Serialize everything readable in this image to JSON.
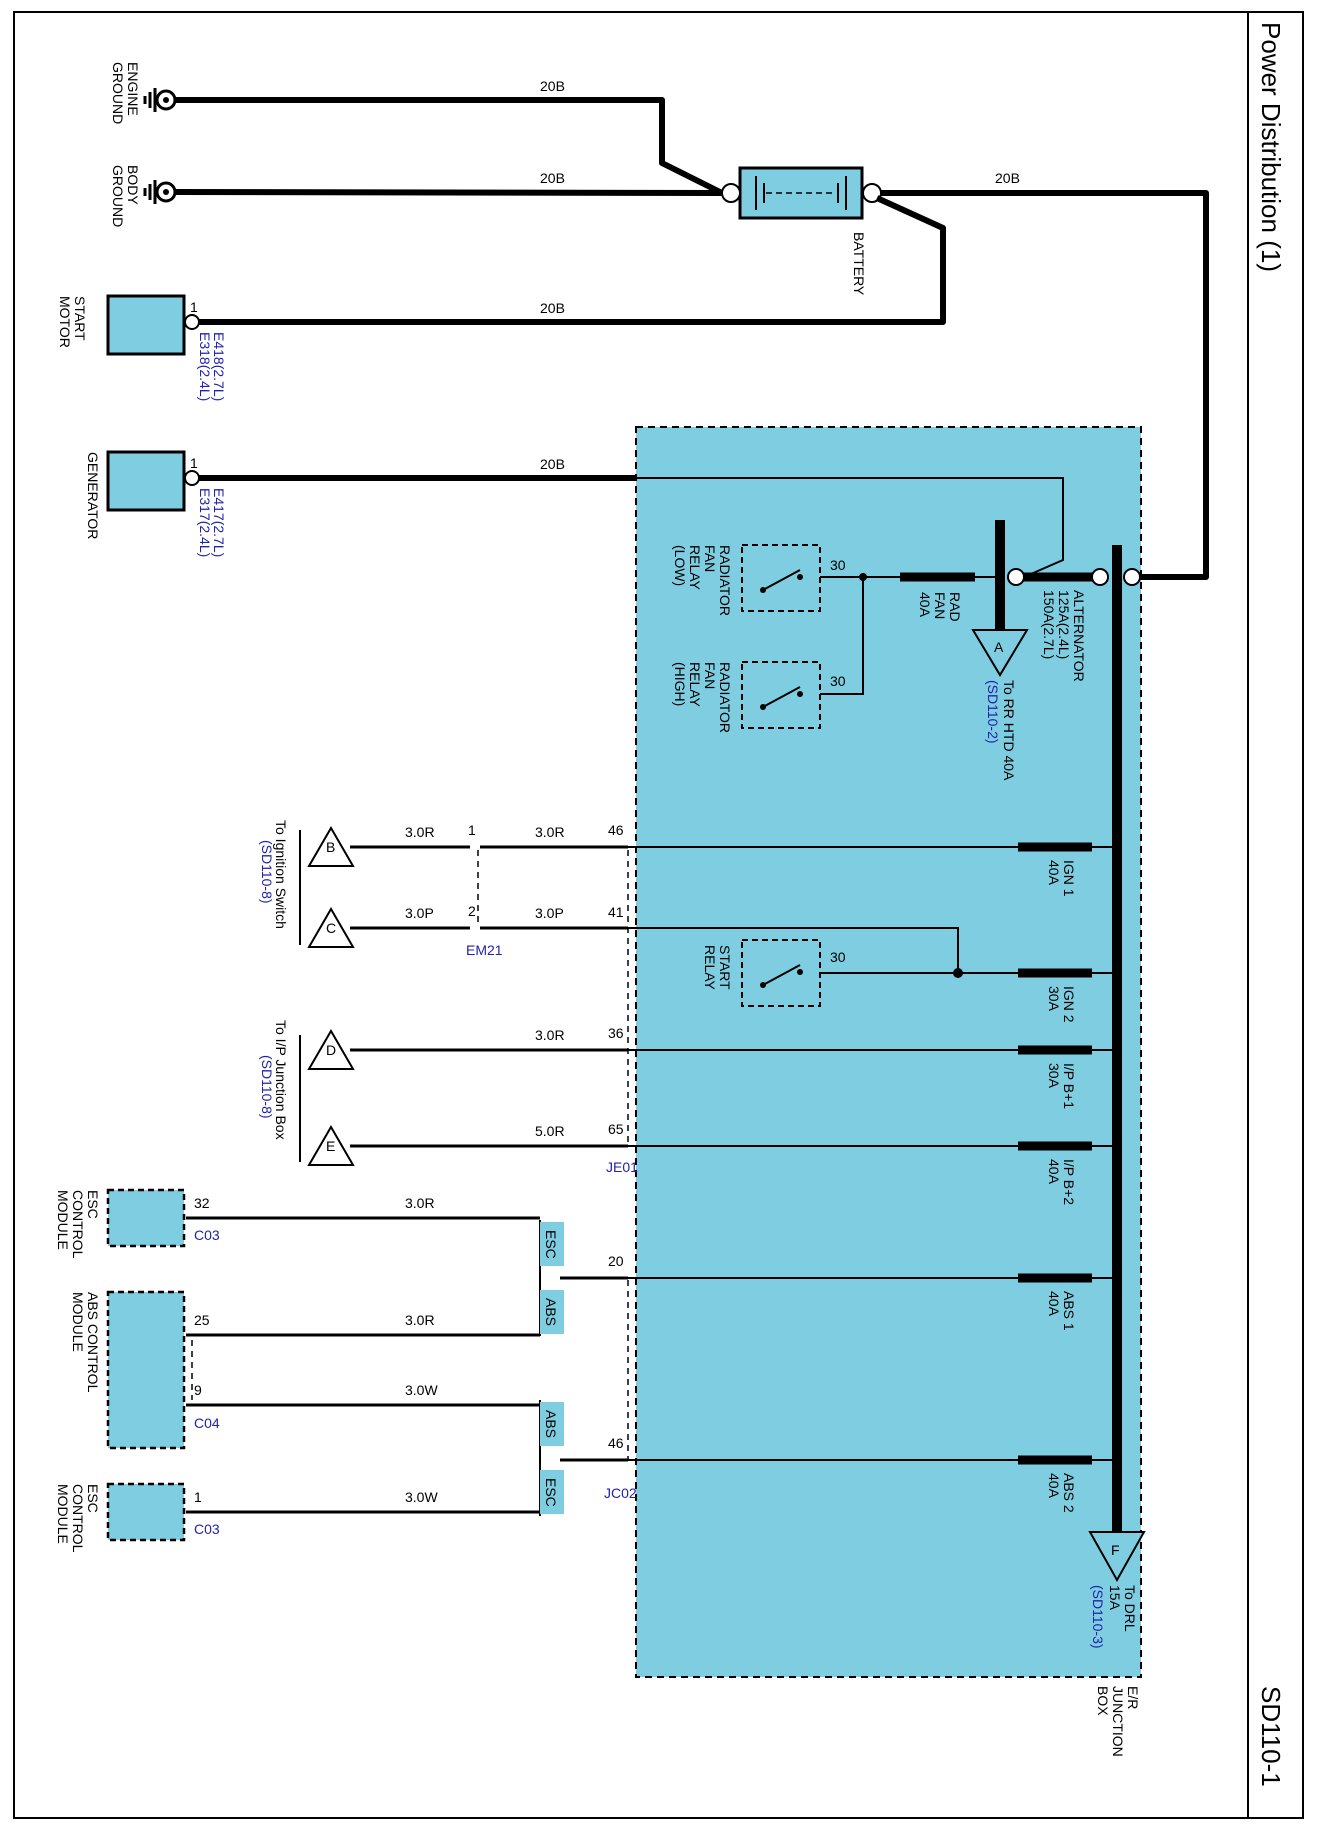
{
  "header": {
    "title": "Power Distribution (1)",
    "page_code": "SD110-1"
  },
  "box": {
    "name": "E/R\nJUNCTION\nBOX"
  },
  "grounds": [
    {
      "id": "engine",
      "label": "ENGINE GROUND",
      "wire": "20B"
    },
    {
      "id": "body",
      "label": "BODY GROUND",
      "wire": "20B"
    }
  ],
  "battery": {
    "label": "BATTERY",
    "wire": "20B"
  },
  "start_motor": {
    "label": "START MOTOR",
    "pin": "1",
    "conn1": "E318(2.4L)",
    "conn2": "E418(2.7L)",
    "wire": "20B"
  },
  "generator": {
    "label": "GENERATOR",
    "pin": "1",
    "conn1": "E317(2.4L)",
    "conn2": "E417(2.7L)",
    "wire": "20B"
  },
  "fuses": {
    "alternator": [
      "ALTERNATOR",
      "125A(2.4L)",
      "150A(2.7L)"
    ],
    "rad_fan": [
      "RAD",
      "FAN",
      "40A"
    ],
    "ign1": [
      "IGN 1",
      "40A"
    ],
    "ign2": [
      "IGN 2",
      "30A"
    ],
    "ipb1": [
      "I/P B+1",
      "30A"
    ],
    "ipb2": [
      "I/P B+2",
      "40A"
    ],
    "abs1": [
      "ABS 1",
      "40A"
    ],
    "abs2": [
      "ABS 2",
      "40A"
    ]
  },
  "relays": {
    "fan_low": [
      "RADIATOR",
      "FAN",
      "RELAY",
      "(LOW)"
    ],
    "fan_high": [
      "RADIATOR",
      "FAN",
      "RELAY",
      "(HIGH)"
    ],
    "start": [
      "START",
      "RELAY"
    ],
    "pin30": "30"
  },
  "refs": {
    "A": {
      "letter": "A",
      "text": "To RR HTD 40A",
      "sd": "(SD110-2)"
    },
    "B": {
      "letter": "B"
    },
    "C": {
      "letter": "C"
    },
    "ign_switch": {
      "text": "To Ignition Switch",
      "sd": "(SD110-8)"
    },
    "D": {
      "letter": "D"
    },
    "E": {
      "letter": "E"
    },
    "ip_box": {
      "text": "To I/P Junction Box",
      "sd": "(SD110-8)"
    },
    "F": {
      "letter": "F",
      "text1": "To DRL",
      "text2": "15A",
      "sd": "(SD110-3)"
    }
  },
  "pins": {
    "p46a": "46",
    "p41": "41",
    "p36": "36",
    "p65": "65",
    "p20": "20",
    "p46b": "46",
    "em1": "1",
    "em2": "2",
    "c32": "32",
    "c25": "25",
    "c9": "9",
    "c1": "1"
  },
  "wires": {
    "w30R": "3.0R",
    "w30P": "3.0P",
    "w50R": "5.0R",
    "w30W": "3.0W"
  },
  "connectors": {
    "em21": "EM21",
    "je01": "JE01",
    "jc02": "JC02",
    "c03a": "C03",
    "c04": "C04",
    "c03b": "C03"
  },
  "tags": {
    "esc": "ESC",
    "abs": "ABS"
  },
  "modules": {
    "esc1": [
      "ESC",
      "CONTROL",
      "MODULE"
    ],
    "abs": [
      "ABS CONTROL",
      "MODULE"
    ],
    "esc2": [
      "ESC",
      "CONTROL",
      "MODULE"
    ]
  }
}
